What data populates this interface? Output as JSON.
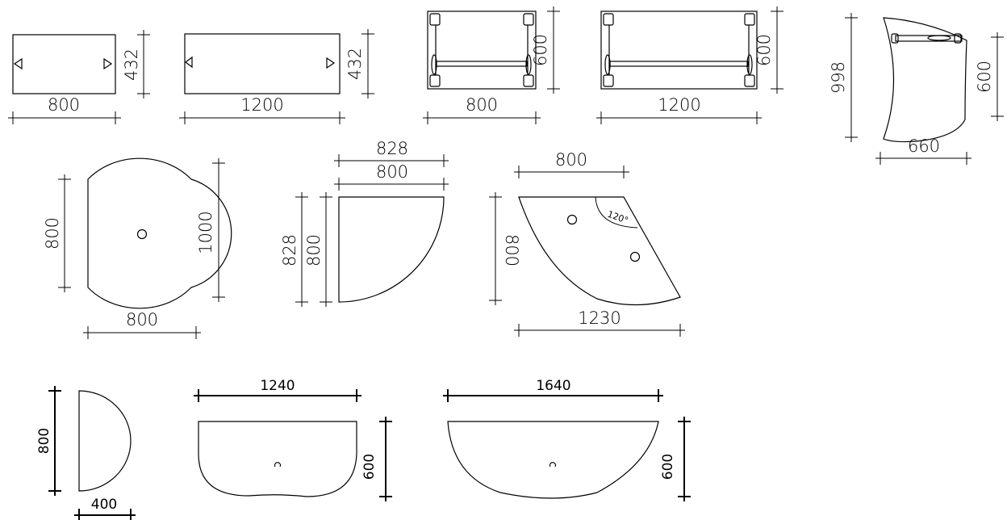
{
  "units": {
    "table_rect_800_w": "800",
    "table_rect_800_d": "432",
    "table_rect_1200_w": "1200",
    "table_rect_1200_d": "432",
    "frame_800_w": "800",
    "frame_800_d": "600",
    "frame_1200_w": "1200",
    "frame_1200_d": "600",
    "curved_w": "660",
    "curved_h": "998",
    "curved_d": "600",
    "dtable_w": "800",
    "dtable_h_left": "800",
    "dtable_h_right": "1000",
    "quarter_w_outer": "828",
    "quarter_w_inner": "800",
    "quarter_h_outer": "828",
    "quarter_h_inner": "800",
    "wedge_w_top": "800",
    "wedge_h": "800",
    "wedge_angle": "120°",
    "wedge_w_bottom": "1230",
    "half_h": "800",
    "half_w": "400",
    "bowl_1240_w": "1240",
    "bowl_1240_d": "600",
    "bowl_1640_w": "1640",
    "bowl_1640_d": "600"
  },
  "colors": {
    "line": "#000000",
    "background": "#ffffff"
  }
}
